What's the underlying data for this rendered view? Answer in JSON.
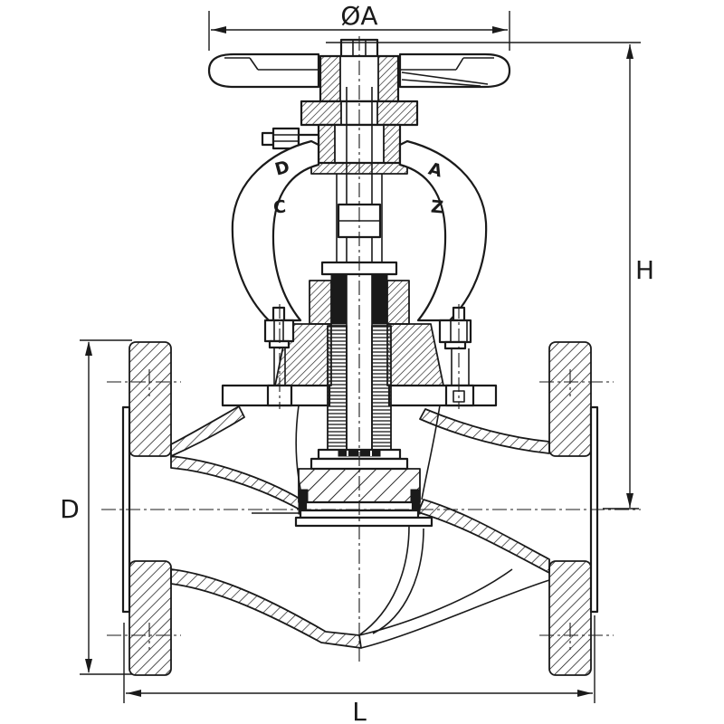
{
  "drawing": {
    "subject": "globe-valve-sectional-drawing",
    "colors": {
      "background": "#ffffff",
      "line": "#1a1a1a"
    },
    "labels": {
      "handwheel_diameter": "ØA",
      "total_height": "H",
      "flange_diameter": "D",
      "face_to_face": "L"
    },
    "cast_letters": {
      "upper_left": "D",
      "lower_left": "C",
      "upper_right": "A",
      "lower_right": "Z"
    }
  }
}
